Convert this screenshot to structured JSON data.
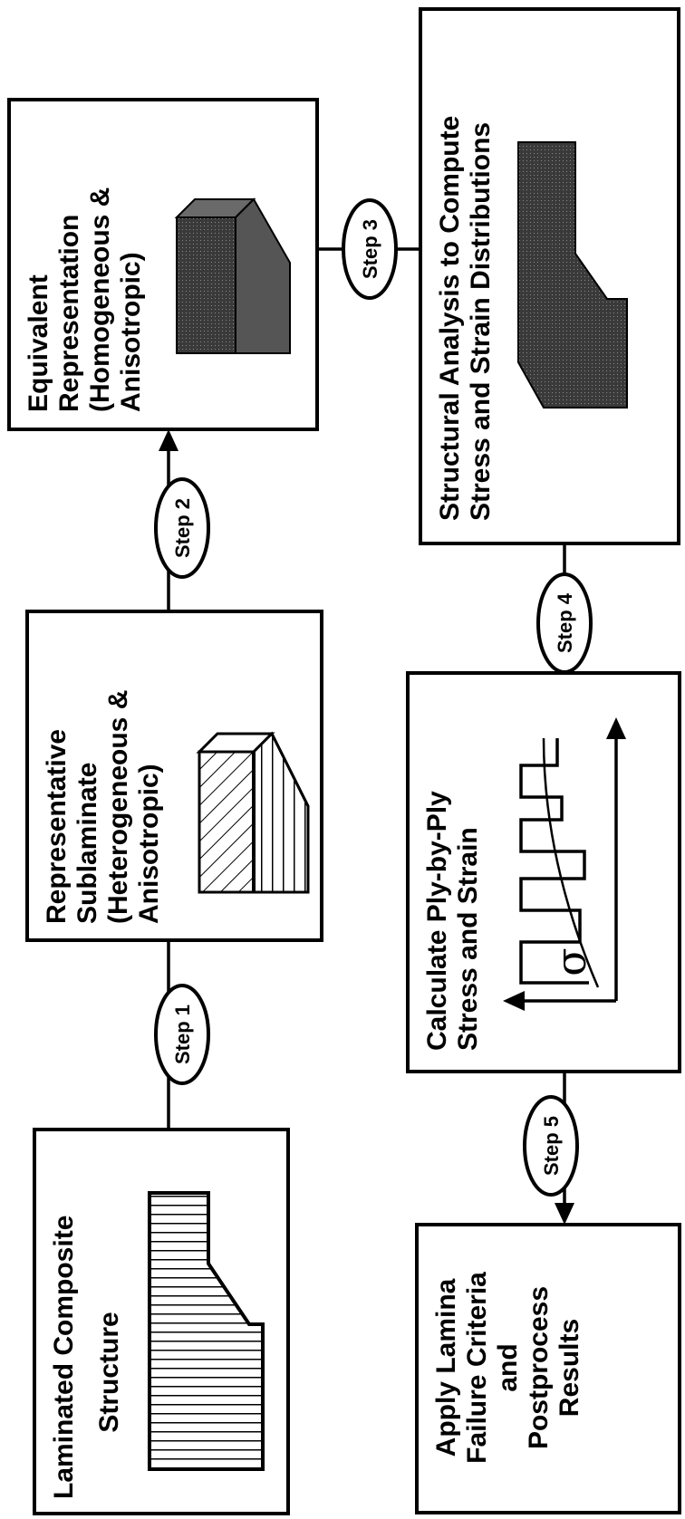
{
  "boxes": {
    "laminated": {
      "line1": "Laminated Composite",
      "line2": "Structure"
    },
    "sublaminate": {
      "line1": "Representative",
      "line2": "Sublaminate",
      "line3": "(Heterogeneous &",
      "line4": "Anisotropic)"
    },
    "equivalent": {
      "line1": "Equivalent",
      "line2": "Representation",
      "line3": "(Homogeneous &",
      "line4": "Anisotropic)"
    },
    "structural": {
      "line1": "Structural Analysis to Compute",
      "line2": "Stress and Strain Distributions"
    },
    "calculate": {
      "line1": "Calculate Ply-by-Ply",
      "line2": "Stress and Strain",
      "sigma": "σ"
    },
    "apply": {
      "line1": "Apply Lamina",
      "line2": "Failure Criteria",
      "line3": "and",
      "line4": "Postprocess",
      "line5": "Results"
    }
  },
  "steps": [
    "Step 1",
    "Step 2",
    "Step 3",
    "Step 4",
    "Step 5"
  ],
  "colors": {
    "ink": "#000000",
    "paper": "#ffffff",
    "shade": "#4a4a4a"
  }
}
